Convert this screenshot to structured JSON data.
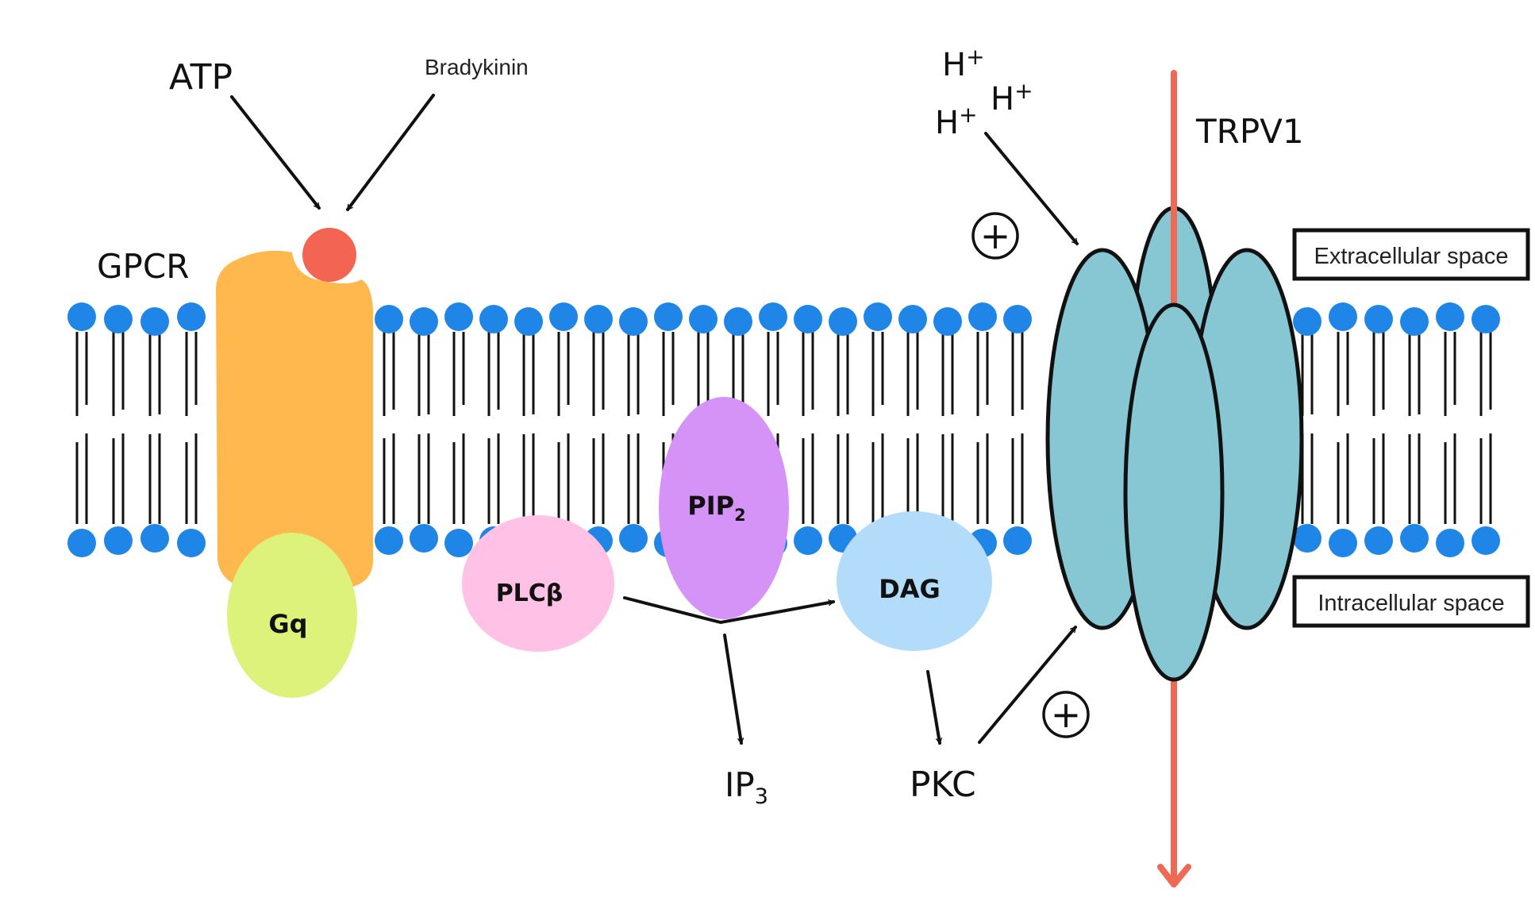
{
  "labels": {
    "atp": "ATP",
    "bradykinin": "Bradykinin",
    "gpcr": "GPCR",
    "gq": "Gq",
    "plcb": "PLCβ",
    "pip2_main": "PIP",
    "pip2_sub": "2",
    "dag": "DAG",
    "ip3_main": "IP",
    "ip3_sub": "3",
    "pkc": "PKC",
    "trpv1": "TRPV1",
    "proton_main": "H",
    "proton_sup": "+",
    "plus": "+",
    "extracellular": "Extracellular space",
    "intracellular": "Intracellular space"
  },
  "colors": {
    "gpcr": "#ffb84d",
    "ligand": "#f46452",
    "gq": "#dcf27a",
    "plcb": "#ffc2e6",
    "pip2": "#d592f7",
    "dag": "#b3dcfb",
    "trpv1": "#87c6d3",
    "lipid_head": "#1f86e8",
    "current_arrow": "#ef6a55"
  }
}
